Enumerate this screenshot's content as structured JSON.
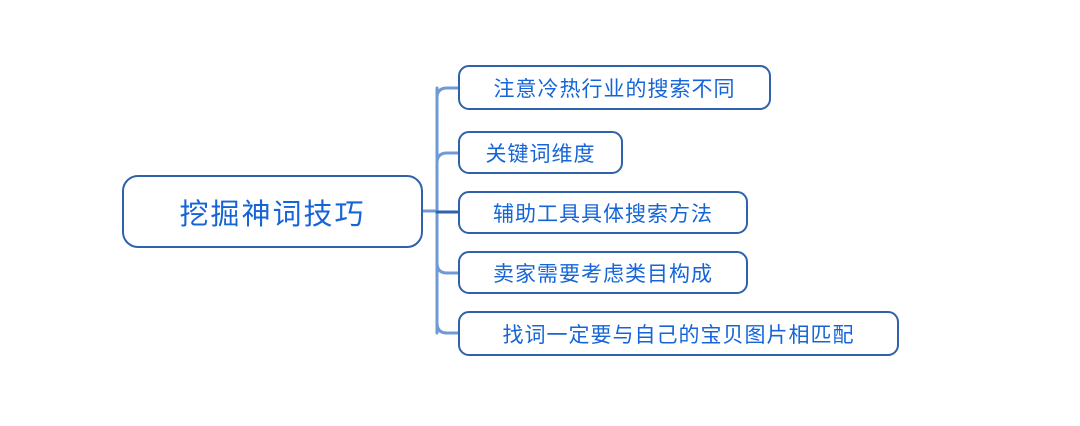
{
  "diagram": {
    "type": "mind-map",
    "orientation": "left-to-right",
    "title": "挖掘神词技巧",
    "colors": {
      "node_border": "#2f62ab",
      "node_text": "#1565d8",
      "connector": "#6e9bd8",
      "background": "#ffffff"
    },
    "root": {
      "label": "挖掘神词技巧"
    },
    "branches": [
      {
        "label": "注意冷热行业的搜索不同"
      },
      {
        "label": "关键词维度"
      },
      {
        "label": "辅助工具具体搜索方法"
      },
      {
        "label": "卖家需要考虑类目构成"
      },
      {
        "label": "找词一定要与自己的宝贝图片相匹配"
      }
    ]
  }
}
